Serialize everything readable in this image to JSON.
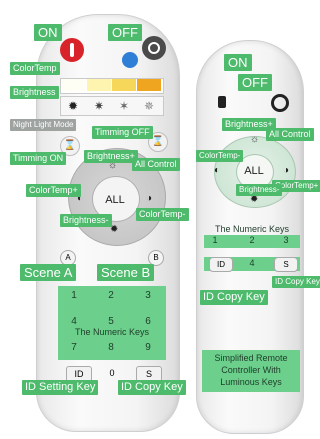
{
  "left": {
    "on": "ON",
    "off": "OFF",
    "color_temp": "ColorTemp",
    "brightness": "Brightness",
    "night_light": "Night Light Mode",
    "timming_off": "Timming OFF",
    "timming_on": "Timming ON",
    "brightness_plus": "Brightness+",
    "all_control": "All Control",
    "color_temp_plus": "ColorTemp+",
    "color_temp_minus": "ColorTemp-",
    "brightness_minus": "Brightness-",
    "all": "ALL",
    "key_a": "A",
    "key_b": "B",
    "scene_a": "Scene A",
    "scene_b": "Scene B",
    "numeric_title": "The Numeric Keys",
    "digits": [
      "1",
      "2",
      "3",
      "4",
      "5",
      "6",
      "7",
      "8",
      "9"
    ],
    "id_key": "ID",
    "zero": "0",
    "s_key": "S",
    "id_setting": "ID Setting Key",
    "id_copy": "ID Copy Key",
    "swatch_colors": [
      "#fffef5",
      "#fff3b0",
      "#f7d75a",
      "#f0a521"
    ]
  },
  "right": {
    "on": "ON",
    "off": "OFF",
    "brightness_plus": "Brightness+",
    "all_control": "All Control",
    "color_temp_minus": "ColorTemp-",
    "color_temp_plus": "ColorTemp+",
    "brightness_minus": "Brightness-",
    "all": "ALL",
    "numeric_title": "The Numeric Keys",
    "digits": [
      "1",
      "2",
      "3"
    ],
    "id_key": "ID",
    "four": "4",
    "s_key": "S",
    "id_copy_1": "ID Copy Key",
    "id_copy_2": "ID Copy Key",
    "caption": [
      "Simplified Remote",
      "Controller With",
      "Luminous Keys"
    ]
  },
  "colors": {
    "callout": "#4dba6c",
    "power": "#d8232a",
    "blue": "#2f7fd6",
    "keypad": "#6ccf8b"
  }
}
